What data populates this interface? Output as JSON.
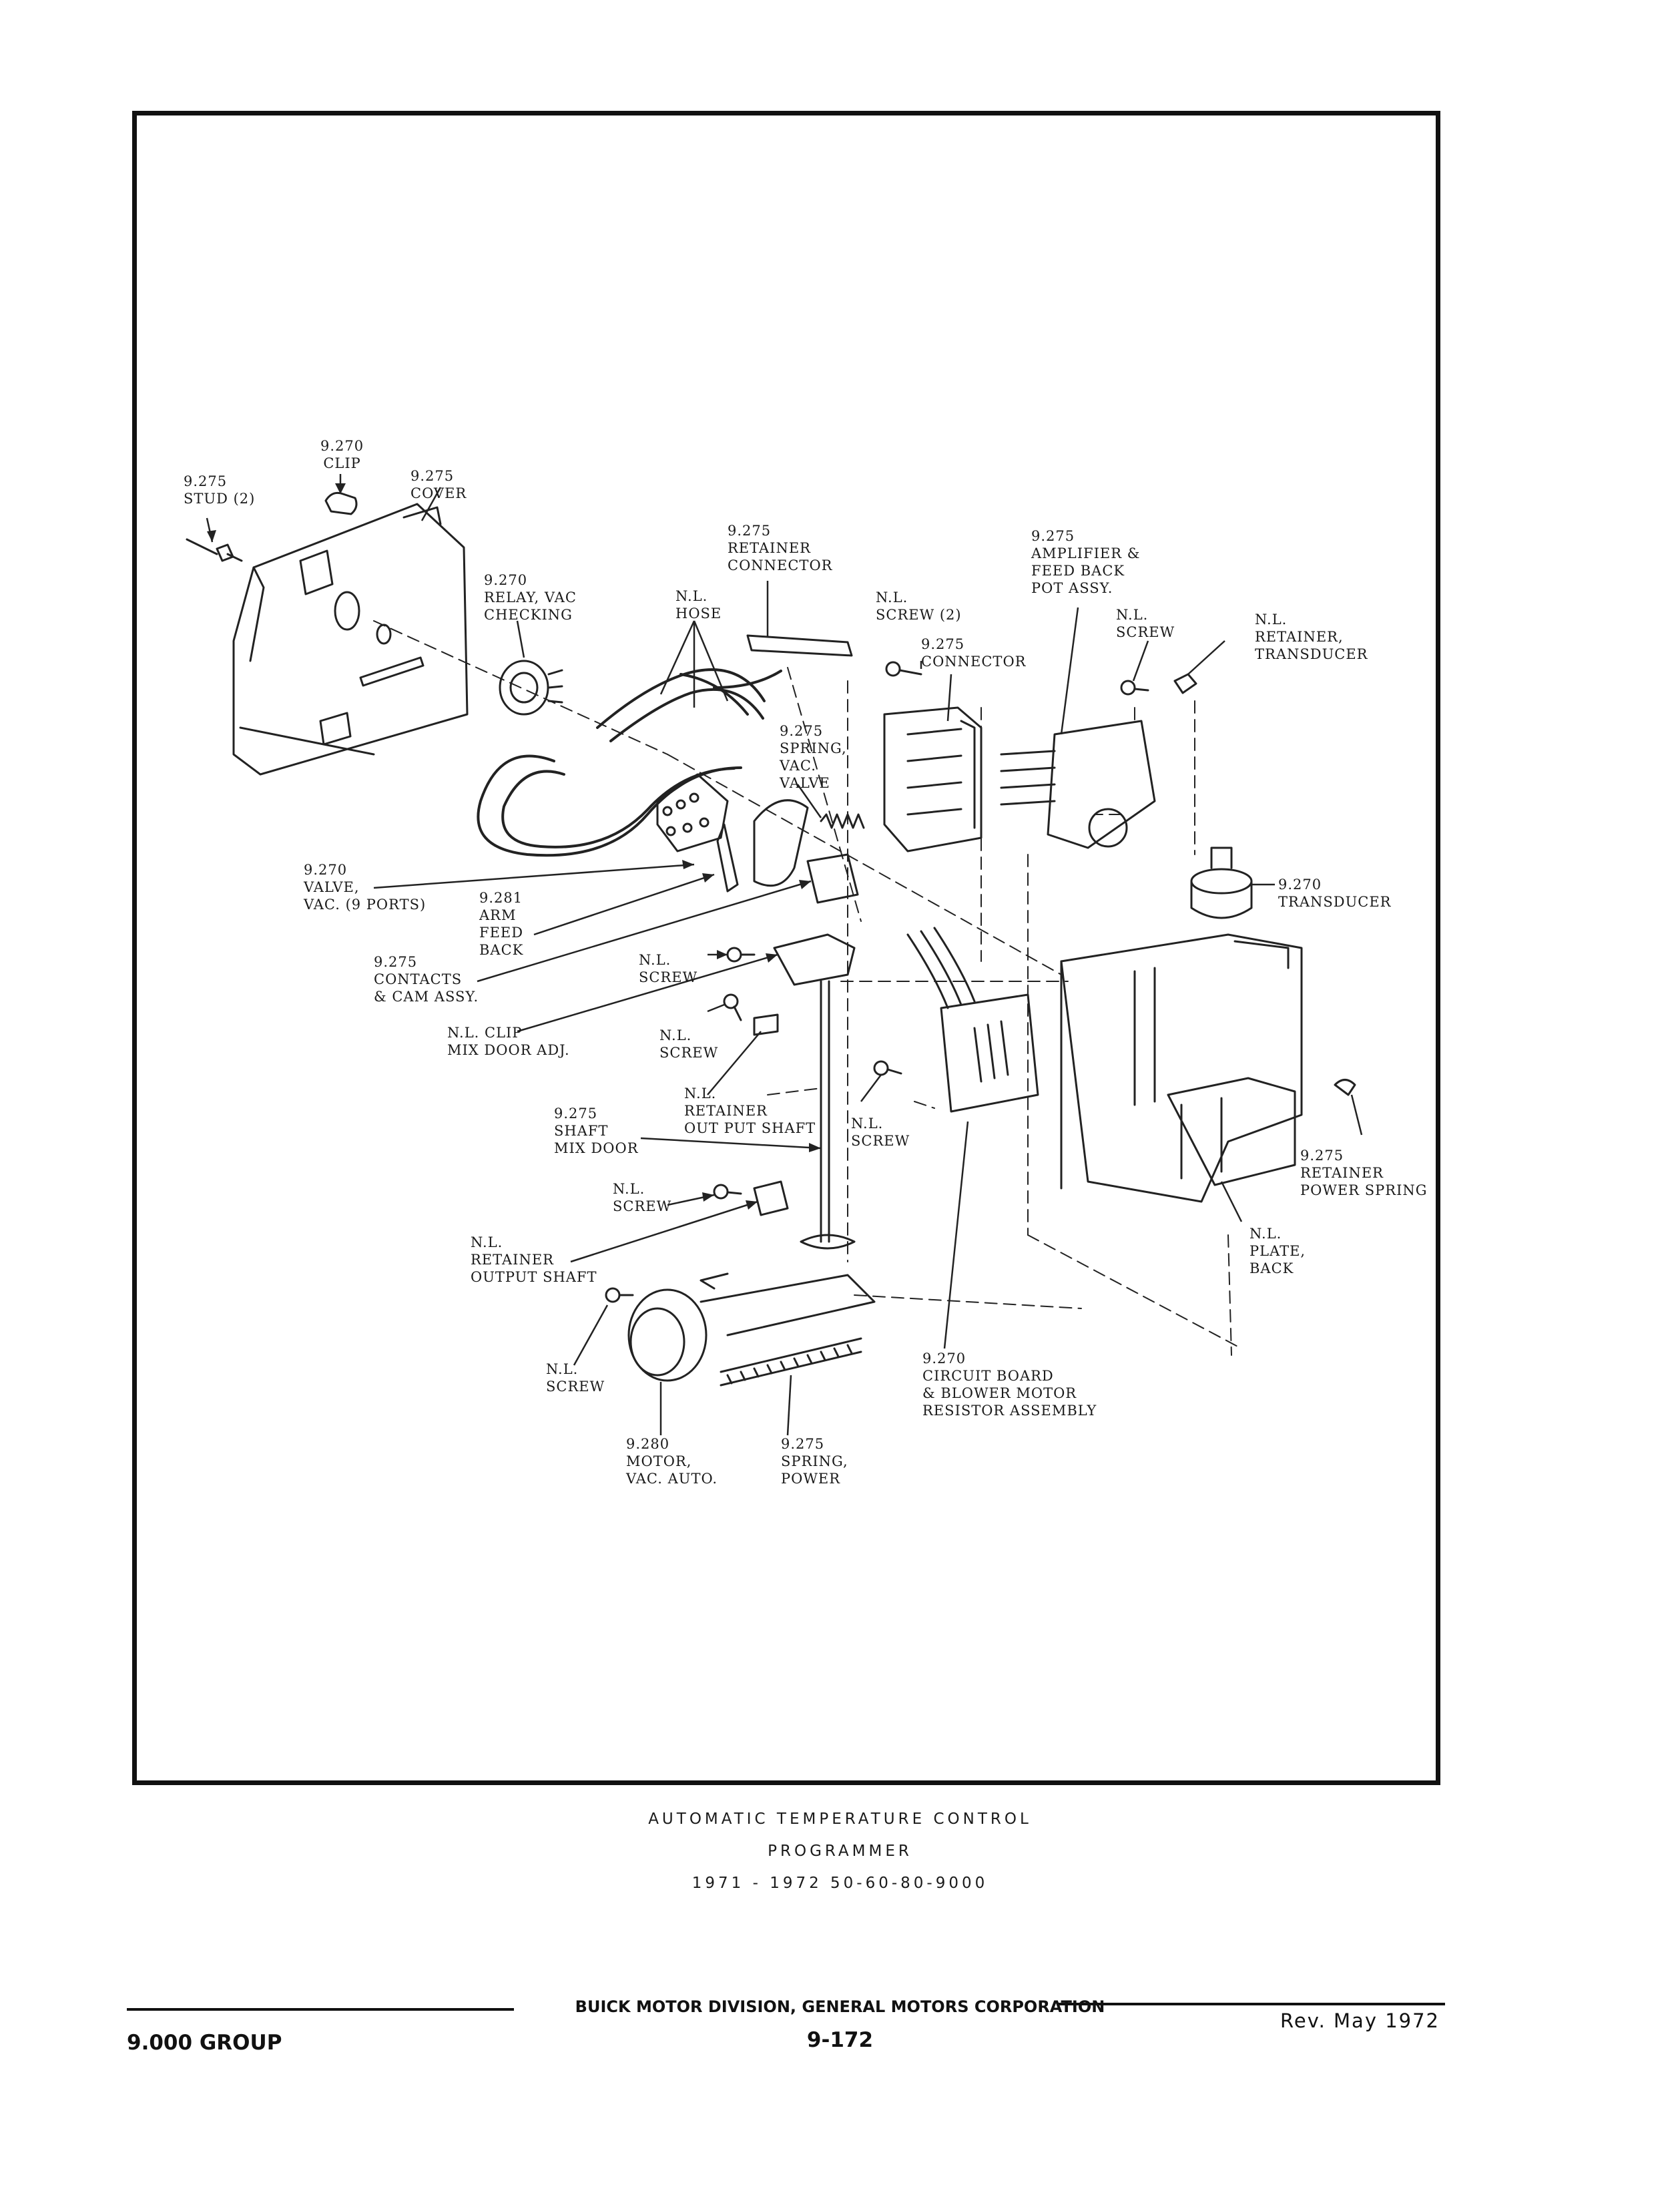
{
  "labels": {
    "stud": [
      "9.275",
      "STUD (2)"
    ],
    "clip": [
      "9.270",
      "CLIP"
    ],
    "cover": [
      "9.275",
      "COVER"
    ],
    "relay": [
      "9.270",
      "RELAY, VAC",
      "CHECKING"
    ],
    "hose": [
      "N.L.",
      "HOSE"
    ],
    "retainer_connector": [
      "9.275",
      "RETAINER",
      "CONNECTOR"
    ],
    "screw_2": [
      "N.L.",
      "SCREW (2)"
    ],
    "connector": [
      "9.275",
      "CONNECTOR"
    ],
    "amplifier": [
      "9.275",
      "AMPLIFIER &",
      "FEED BACK",
      "POT ASSY."
    ],
    "screw_top": [
      "N.L.",
      "SCREW"
    ],
    "retainer_transducer": [
      "N.L.",
      "RETAINER,",
      "TRANSDUCER"
    ],
    "spring_vac_valve": [
      "9.275",
      "SPRING,",
      "VAC.",
      "VALVE"
    ],
    "valve_vac": [
      "9.270",
      "VALVE,",
      "VAC. (9 PORTS)"
    ],
    "arm_feed_back": [
      "9.281",
      "ARM",
      "FEED",
      "BACK"
    ],
    "contacts_cam": [
      "9.275",
      "CONTACTS",
      "& CAM ASSY."
    ],
    "screw_mid": [
      "N.L.",
      "SCREW"
    ],
    "transducer": [
      "9.270",
      "TRANSDUCER"
    ],
    "clip_mix_door": [
      "N.L. CLIP",
      "MIX DOOR ADJ."
    ],
    "screw_center": [
      "N.L.",
      "SCREW"
    ],
    "retainer_out_put_shaft": [
      "N.L.",
      "RETAINER",
      "OUT PUT SHAFT"
    ],
    "screw_board": [
      "N.L.",
      "SCREW"
    ],
    "shaft_mix_door": [
      "9.275",
      "SHAFT",
      "MIX DOOR"
    ],
    "retainer_power_spring": [
      "9.275",
      "RETAINER",
      "POWER SPRING"
    ],
    "screw_lower": [
      "N.L.",
      "SCREW"
    ],
    "retainer_output_shaft": [
      "N.L.",
      "RETAINER",
      "OUTPUT SHAFT"
    ],
    "plate_back": [
      "N.L.",
      "PLATE,",
      "BACK"
    ],
    "circuit_board": [
      "9.270",
      "CIRCUIT BOARD",
      "& BLOWER MOTOR",
      "RESISTOR ASSEMBLY"
    ],
    "screw_motor": [
      "N.L.",
      "SCREW"
    ],
    "motor": [
      "9.280",
      "MOTOR,",
      "VAC. AUTO."
    ],
    "spring_power": [
      "9.275",
      "SPRING,",
      "POWER"
    ]
  },
  "caption": {
    "line1": "AUTOMATIC TEMPERATURE CONTROL",
    "line2": "PROGRAMMER",
    "line3": "1971 - 1972 50-60-80-9000"
  },
  "footer": {
    "group": "9.000 GROUP",
    "division": "BUICK MOTOR DIVISION, GENERAL MOTORS CORPORATION",
    "page": "9-172",
    "revision": "Rev. May 1972"
  }
}
